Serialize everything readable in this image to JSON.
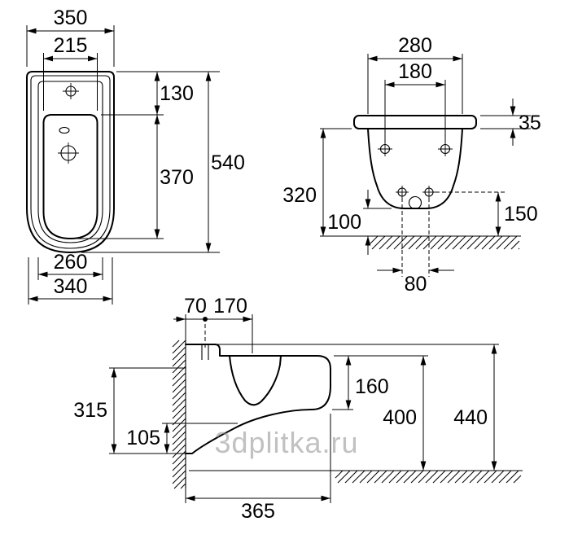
{
  "watermark": {
    "text": "3dplitka.ru"
  },
  "colors": {
    "ink": "#000000",
    "watermark": "#8f8f8f"
  },
  "views": {
    "plan": {
      "dims": [
        "350",
        "215",
        "130",
        "370",
        "540",
        "260",
        "340"
      ]
    },
    "front": {
      "dims": [
        "280",
        "180",
        "35",
        "320",
        "100",
        "150",
        "80"
      ]
    },
    "side": {
      "dims": [
        "70",
        "170",
        "160",
        "315",
        "105",
        "400",
        "440",
        "365"
      ]
    }
  }
}
